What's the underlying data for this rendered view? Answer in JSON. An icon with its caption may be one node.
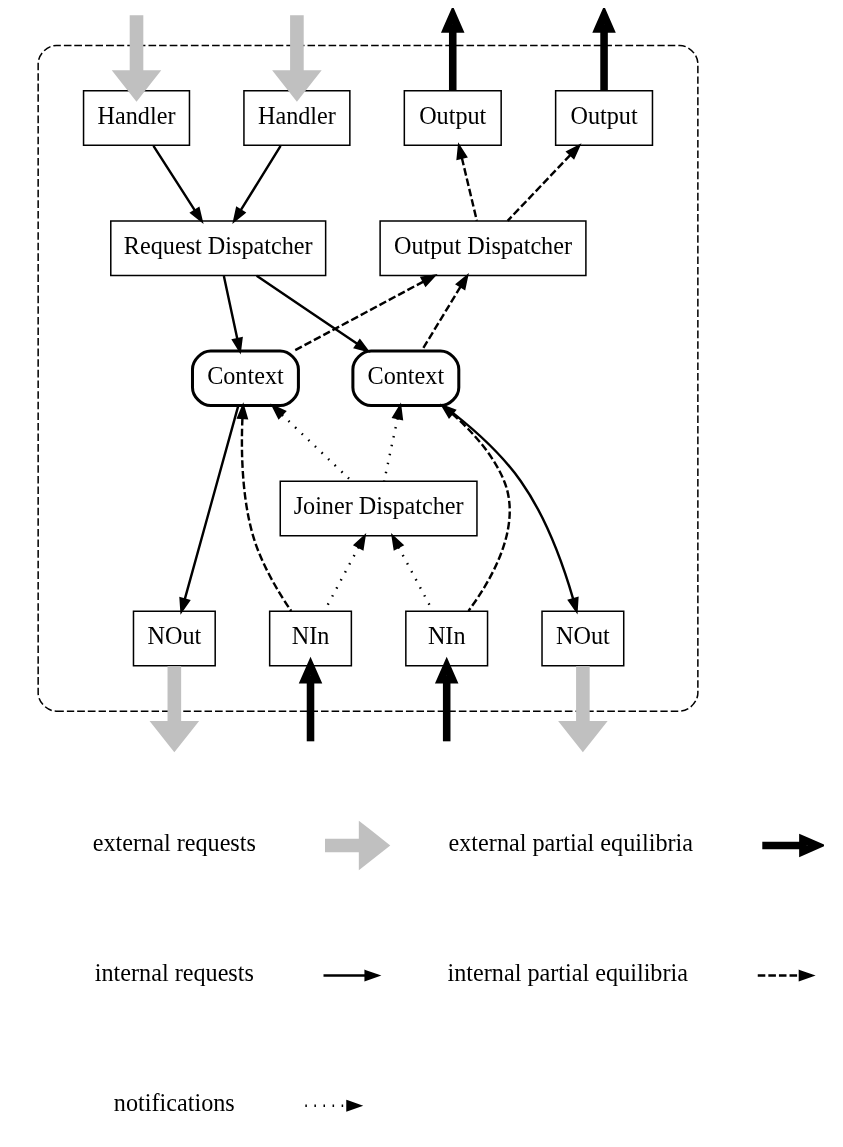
{
  "diagram": {
    "nodes": [
      {
        "text": [],
        "shape": "box"
      },
      {
        "text": [
          "Handler"
        ],
        "in": 0
      },
      {
        "text": [
          "Output"
        ],
        "in": 0
      },
      {
        "text": [
          "Handler"
        ],
        "in": 0
      },
      {
        "text": [
          "Output"
        ],
        "in": 0
      },
      {
        "text": [
          "Request Dispatcher"
        ],
        "in": 0
      },
      {
        "text": [
          "Output Dispatcher"
        ],
        "in": 0
      },
      {
        "text": [
          "Context"
        ],
        "in": 0
      },
      {
        "text": [
          "Context"
        ],
        "in": 0
      },
      {
        "text": [
          "Joiner Dispatcher"
        ],
        "in": 0
      },
      {
        "text": [
          "NOut"
        ],
        "in": 0
      },
      {
        "text": [
          "NIn"
        ],
        "in": 0
      },
      {
        "text": [
          "NOut"
        ],
        "in": 0
      },
      {
        "text": [
          "NIn"
        ],
        "in": 0
      }
    ],
    "edges": [
      {
        "from": null,
        "to": 1,
        "arrow": "to",
        "style": "thick",
        "color": "#c0c0c0"
      },
      {
        "from": 2,
        "to": null,
        "arrow": "to",
        "style": "thick"
      },
      {
        "from": null,
        "to": 3,
        "arrow": "to",
        "style": "thick",
        "color": "#c0c0c0"
      },
      {
        "from": 4,
        "to": null,
        "arrow": "to",
        "style": "thick"
      },
      {
        "from": 1,
        "to": 5,
        "arrow": "to"
      },
      {
        "from": 3,
        "to": 5,
        "arrow": "to"
      },
      {
        "from": 6,
        "to": 2,
        "arrow": "to",
        "style": "dashed"
      },
      {
        "from": 6,
        "to": 4,
        "arrow": "to",
        "style": "dashed"
      },
      {
        "from": 5,
        "to": 7,
        "arrow": "to"
      },
      {
        "from": 5,
        "to": 8,
        "arrow": "to"
      },
      {
        "from": 7,
        "to": 6,
        "arrow": "to",
        "style": "dashed"
      },
      {
        "from": 8,
        "to": 6,
        "arrow": "to",
        "style": "dashed"
      },
      {
        "from": 9,
        "to": 7,
        "arrow": "to",
        "style": "dashed"
      },
      {
        "from": 9,
        "to": 8,
        "arrow": "to",
        "style": "dashed"
      },
      {
        "from": 7,
        "to": 10,
        "arrow": "to"
      },
      {
        "from": 11,
        "to": 7,
        "arrow": "to",
        "style": "dashed"
      },
      {
        "from": 11,
        "to": 9,
        "arrow": "to",
        "style": "dashed"
      },
      {
        "from": 8,
        "to": 12,
        "arrow": "to"
      },
      {
        "from": 13,
        "to": 9,
        "arrow": "to",
        "style": "dashed"
      },
      {
        "from": 13,
        "to": 8,
        "arrow": "to",
        "style": "dashed"
      },
      {
        "from": 10,
        "to": null,
        "arrow": "to",
        "style": "thick",
        "color": "#c0c0c0"
      },
      {
        "from": null,
        "to": 11,
        "arrow": "to",
        "style": "thick"
      },
      {
        "from": 12,
        "to": null,
        "arrow": "to",
        "style": "thick",
        "color": "#c0c0c0"
      },
      {
        "from": null,
        "to": 13,
        "arrow": "to",
        "style": "thick"
      }
    ],
    "legend": [
      {
        "text": "external requests"
      },
      {
        "text": "external partial equilibria"
      },
      {
        "text": "internal requests"
      },
      {
        "text": "internal partial equilibria"
      },
      {
        "text": "notifications"
      }
    ]
  }
}
